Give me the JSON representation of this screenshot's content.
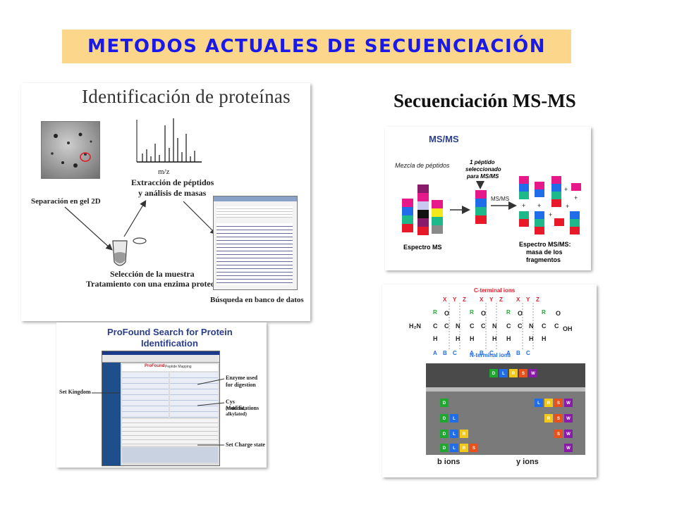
{
  "header": {
    "title": "METODOS ACTUALES DE SECUENCIACIÓN",
    "ms_heading": "Secuenciación MS-MS"
  },
  "protein_id": {
    "title": "Identificación de proteínas",
    "axis_mz": "m/z",
    "extraction": "Extracción de péptidos",
    "extraction2": "y análisis de masas",
    "gel": "Separación en gel 2D",
    "selection": "Selección de la muestra",
    "treatment": "Tratamiento con una enzima proteolítica",
    "db_search": "Búsqueda en banco de datos"
  },
  "profound": {
    "title": "ProFound Search for Protein",
    "title2": "Identification",
    "set_kingdom": "Set Kingdom",
    "enzyme": "Enzyme used",
    "enzyme2": "for digestion",
    "cys": "Cys Modifications",
    "cys2": "(reduced, alkylated)",
    "charge": "Set Charge state",
    "app_name": "ProFound",
    "app_sub": "- Peptide Mapping"
  },
  "msms": {
    "title": "MS/MS",
    "mix": "Mezcla de péptidos",
    "selected1": "1 péptido",
    "selected2": "seleccionado",
    "selected3": "para MS/MS",
    "msms_label": "MS/MS",
    "spectrum": "Espectro MS",
    "spectrum_msms1": "Espectro MS/MS:",
    "spectrum_msms2": "masa de los",
    "spectrum_msms3": "fragmentos"
  },
  "ions": {
    "c_terminal": "C-terminal ions",
    "n_terminal": "N-terminal ions",
    "b_ions": "b ions",
    "y_ions": "y ions"
  }
}
